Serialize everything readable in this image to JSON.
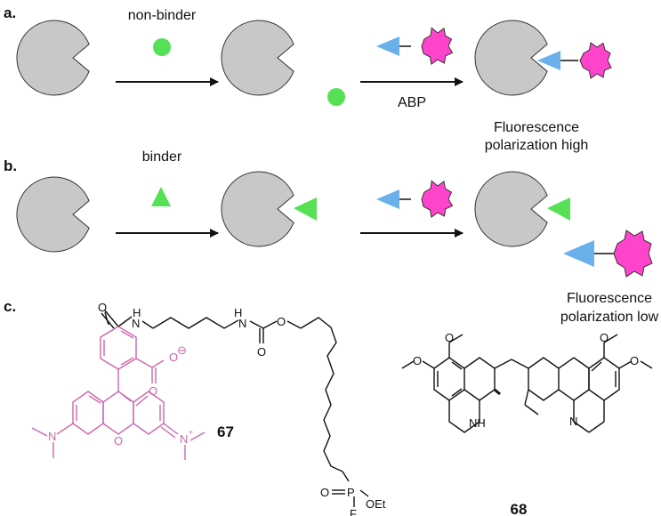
{
  "panels": {
    "a": {
      "label": "a.",
      "step1_label": "non-binder",
      "step2_label": "ABP",
      "outcome": [
        "Fluorescence",
        "polarization high"
      ]
    },
    "b": {
      "label": "b.",
      "step1_label": "binder",
      "outcome": [
        "Fluorescence",
        "polarization low"
      ]
    },
    "c": {
      "label": "c.",
      "compound_67": "67",
      "compound_68": "68"
    }
  },
  "atom_labels": {
    "amide_nh": "H",
    "amide_n": "N",
    "carbamate_nh": "H",
    "carbamate_n": "N",
    "carbonyl_o1": "O",
    "carbonyl_o2": "O",
    "ester_o": "O",
    "carboxylate_o1": "O",
    "carboxylate_o2": "O",
    "carboxylate_charge": "⊖",
    "xanthene_o": "O",
    "left_n": "N",
    "right_n": "N",
    "right_n_charge": "+",
    "phosphoryl_o": "O",
    "phosphorus": "P",
    "oet": "OEt",
    "fluorine": "F",
    "emetine_nh": "NH",
    "emetine_n": "N"
  },
  "colors": {
    "protein": "#c8c8c8",
    "compound": "#55e055",
    "probe_ligand": "#6ab0ea",
    "fluorophore": "#ff44cc",
    "rhodamine": "#cc66aa",
    "ink": "#111111"
  }
}
